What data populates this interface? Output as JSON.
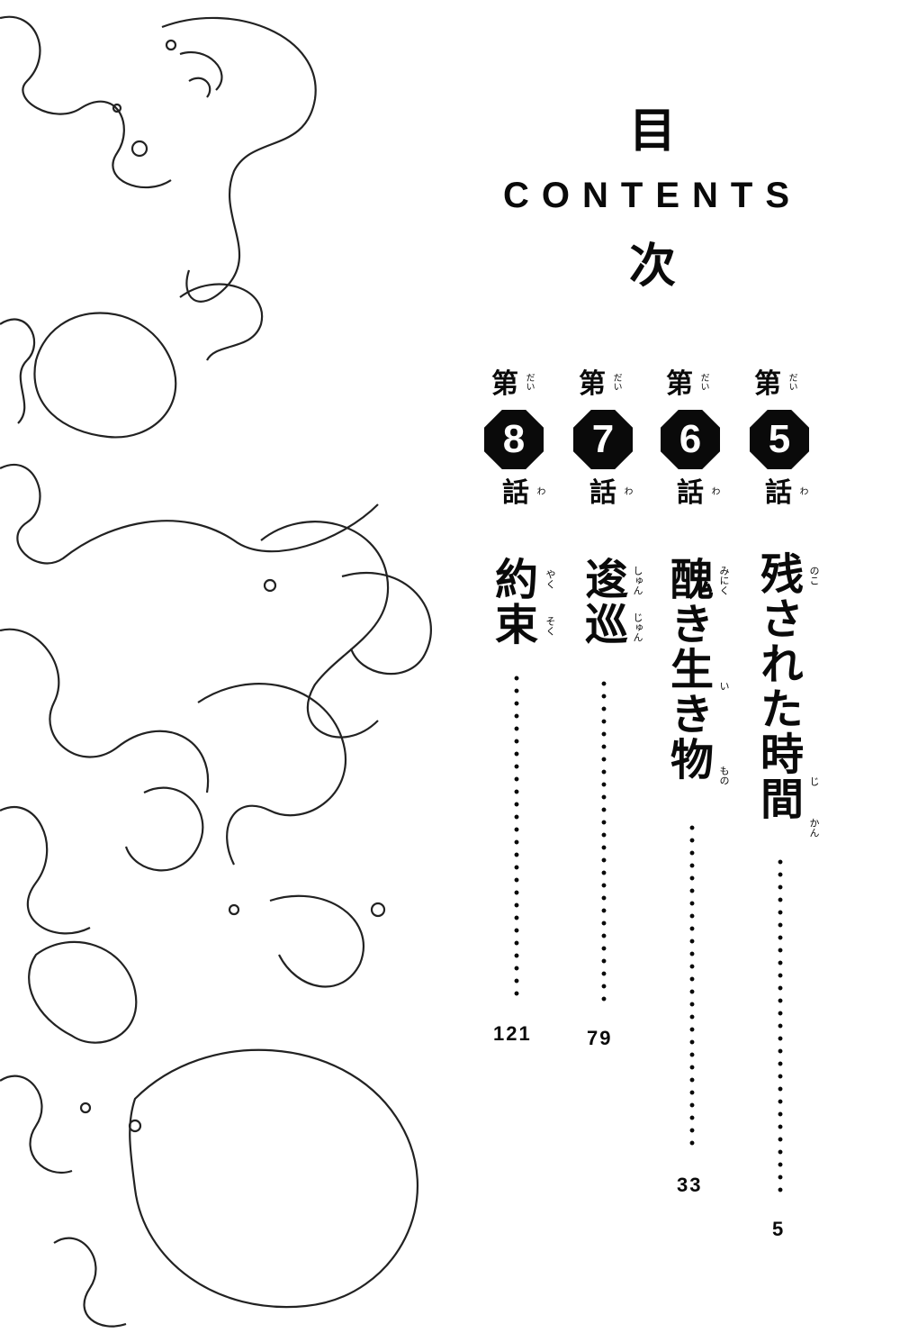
{
  "heading": {
    "kanji_top": "目",
    "latin": "CONTENTS",
    "kanji_bottom": "次"
  },
  "chapters": [
    {
      "prefix": "第",
      "prefix_ruby": "だい",
      "number": "5",
      "suffix": "話",
      "suffix_ruby": "わ",
      "title": "残された時間",
      "title_ruby": [
        "のこ",
        "じ",
        "かん"
      ],
      "page": "5"
    },
    {
      "prefix": "第",
      "prefix_ruby": "だい",
      "number": "6",
      "suffix": "話",
      "suffix_ruby": "わ",
      "title": "醜き生き物",
      "title_ruby": [
        "みにく",
        "い",
        "もの"
      ],
      "page": "33"
    },
    {
      "prefix": "第",
      "prefix_ruby": "だい",
      "number": "7",
      "suffix": "話",
      "suffix_ruby": "わ",
      "title": "逡巡",
      "title_ruby": [
        "しゅん",
        "じゅん"
      ],
      "page": "79"
    },
    {
      "prefix": "第",
      "prefix_ruby": "だい",
      "number": "8",
      "suffix": "話",
      "suffix_ruby": "わ",
      "title": "約束",
      "title_ruby": [
        "やく",
        "そく"
      ],
      "page": "121"
    }
  ],
  "illustration": {
    "description": "line-art water splashes and bubbles along the left edge"
  }
}
